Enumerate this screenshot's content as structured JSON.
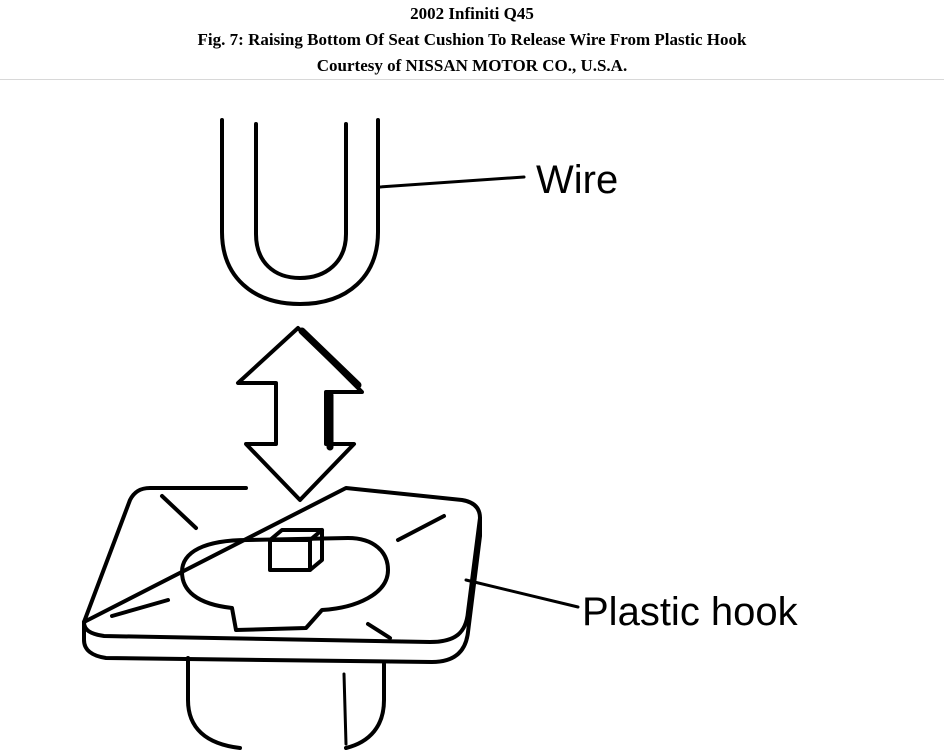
{
  "header": {
    "vehicle": "2002 Infiniti Q45",
    "figure_caption": "Fig. 7: Raising Bottom Of Seat Cushion To Release Wire From Plastic Hook",
    "courtesy": "Courtesy of NISSAN MOTOR CO., U.S.A."
  },
  "labels": {
    "wire": "Wire",
    "plastic_hook": "Plastic hook"
  }
}
